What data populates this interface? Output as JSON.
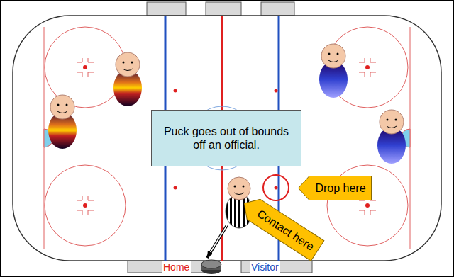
{
  "diagram": {
    "nodes": [
      {
        "text": [
          "Puck goes out of bounds off an official."
        ]
      },
      {
        "text": [
          "Drop here"
        ]
      },
      {
        "text": [
          "Contact here"
        ]
      }
    ],
    "labels": [
      "Home",
      "Visitor"
    ]
  }
}
